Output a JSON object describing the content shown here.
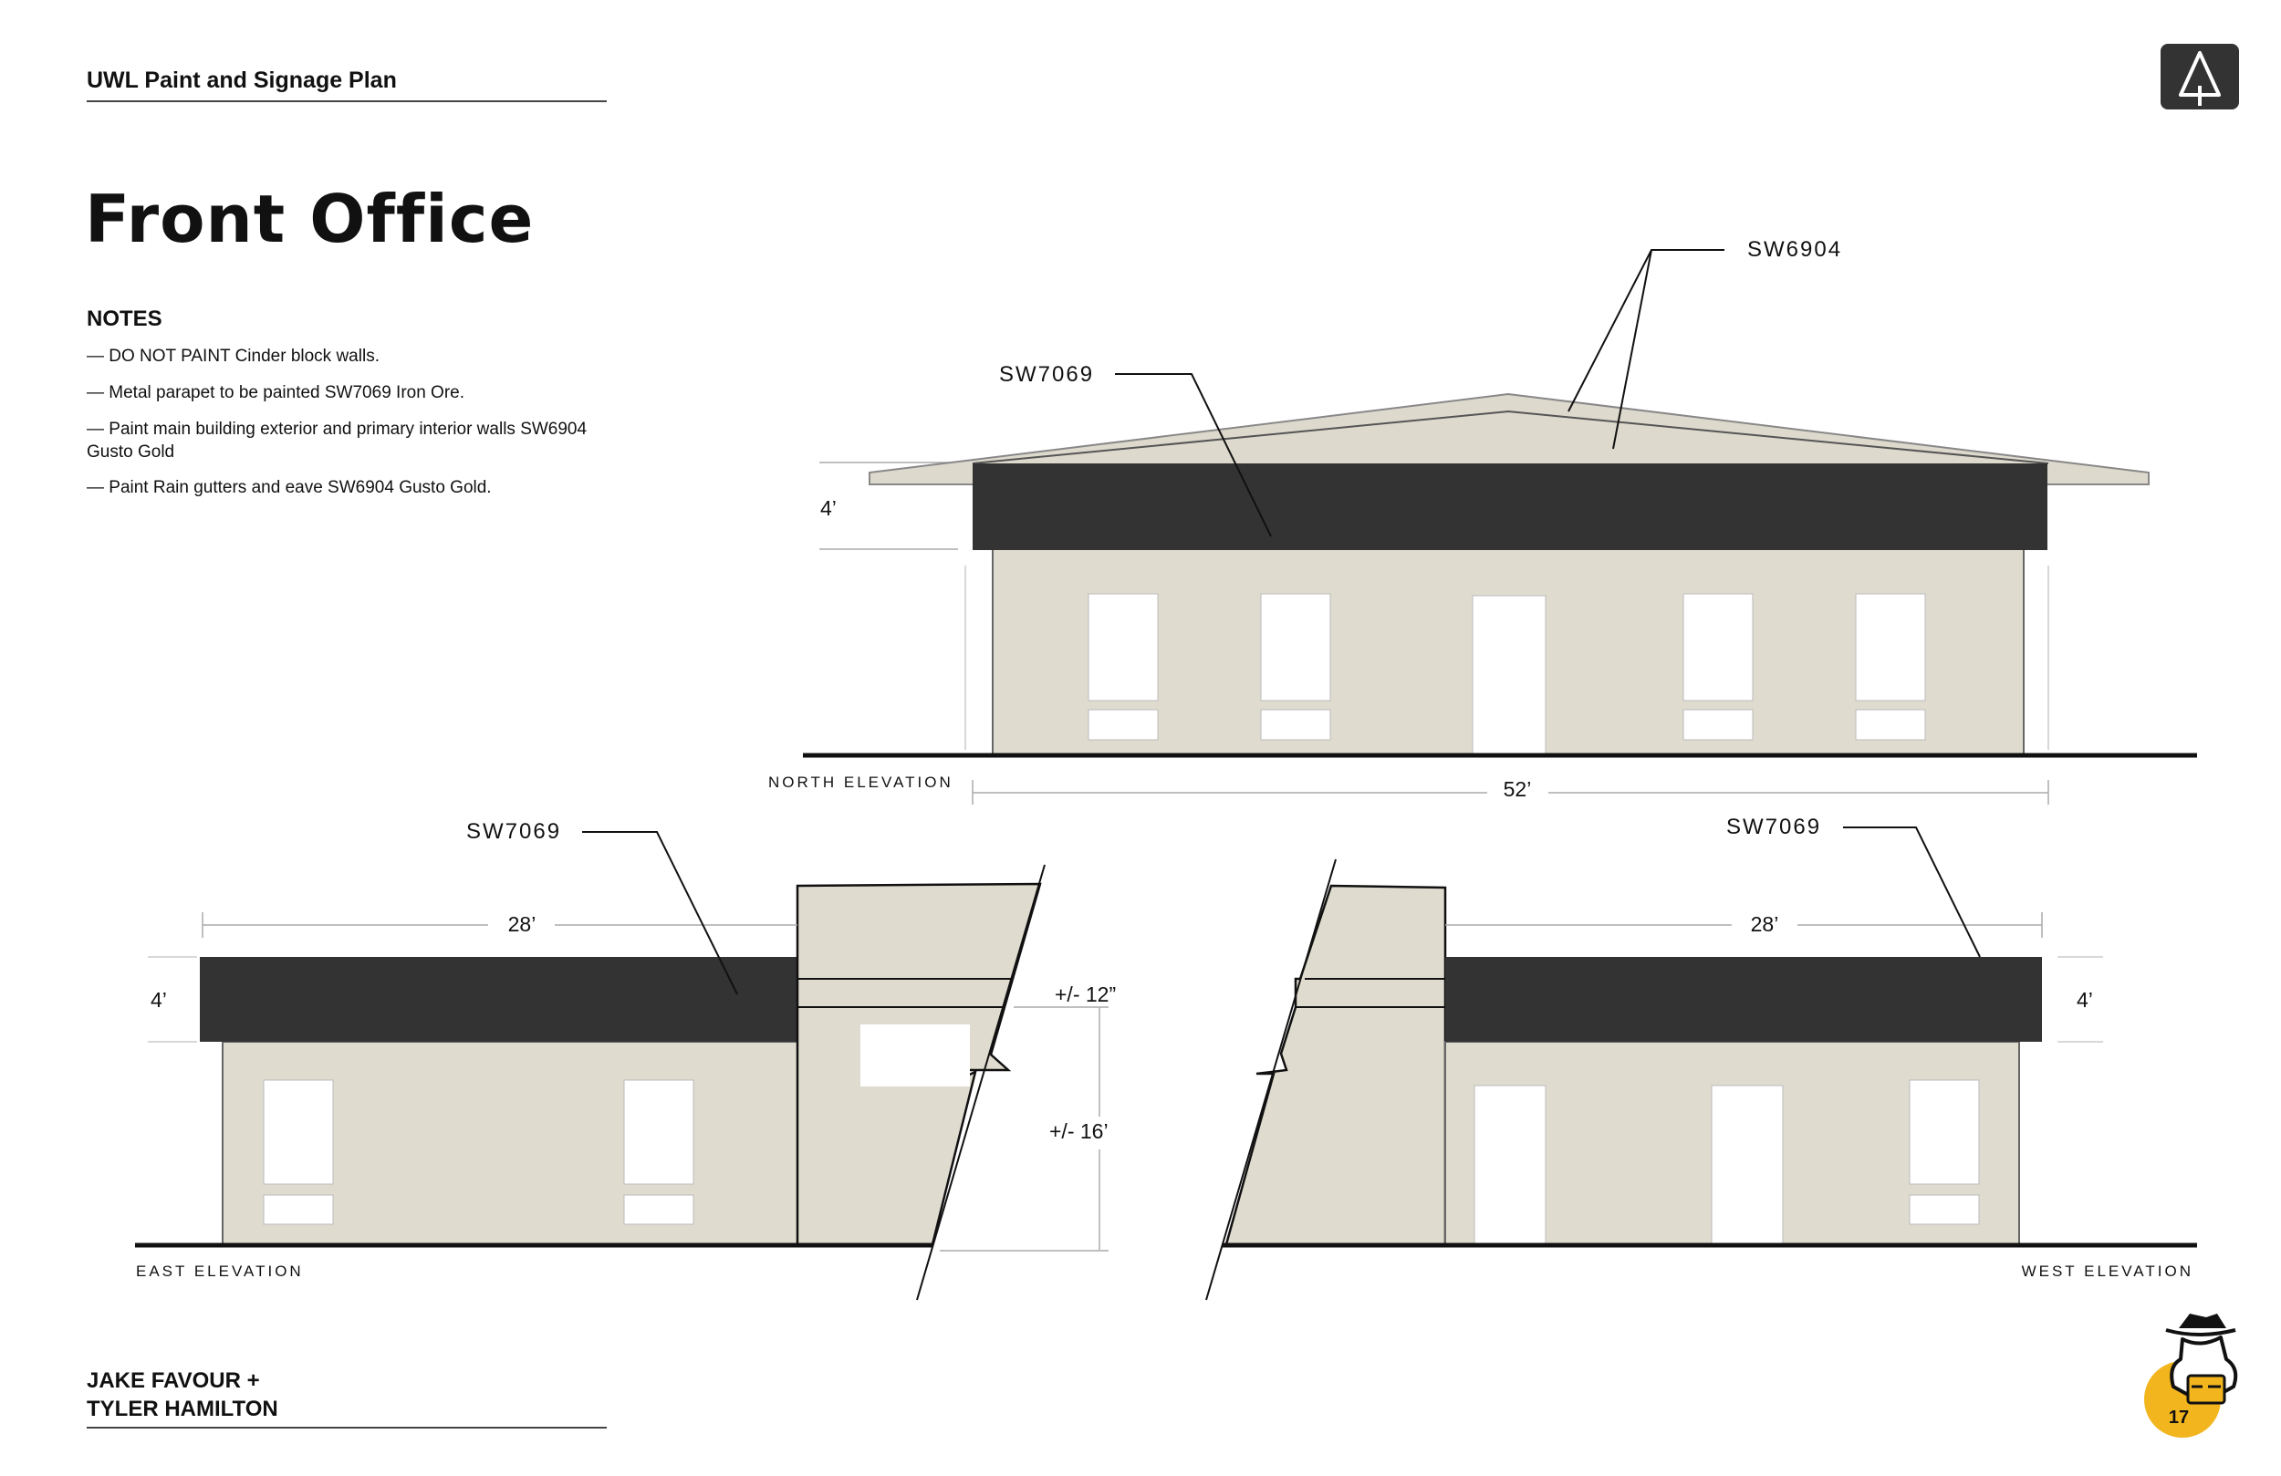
{
  "header": {
    "title": "UWL Paint and Signage Plan"
  },
  "page": {
    "title": "Front Office",
    "number": "17"
  },
  "notes": {
    "heading": "NOTES",
    "items": [
      "— DO NOT PAINT Cinder block walls.",
      "— Metal parapet to be painted SW7069 Iron Ore.",
      "— Paint main building exterior and primary interior walls SW6904 Gusto Gold",
      "— Paint Rain gutters and eave SW6904 Gusto Gold."
    ]
  },
  "north": {
    "label": "NORTH ELEVATION",
    "callout_sw6904": "SW6904",
    "callout_sw7069": "SW7069",
    "dim_height": "4’",
    "dim_width": "52’"
  },
  "east": {
    "label": "EAST ELEVATION",
    "callout_sw7069": "SW7069",
    "dim_width": "28’",
    "dim_height": "4’",
    "dim_12": "+/- 12”",
    "dim_16": "+/- 16’"
  },
  "west": {
    "label": "WEST ELEVATION",
    "callout_sw7069": "SW7069",
    "dim_width": "28’",
    "dim_height": "4’"
  },
  "footer": {
    "line1": "JAKE FAVOUR +",
    "line2": "TYLER HAMILTON"
  },
  "logo": {
    "icon": "tree-logo-icon"
  },
  "mascot": {
    "icon": "cowboy-mascot-icon"
  },
  "colors": {
    "wall": "#dfdbcf",
    "parapet": "#333333",
    "roof": "#ddd9cc",
    "logo_bg": "#333333",
    "badge": "#f2b51e"
  }
}
